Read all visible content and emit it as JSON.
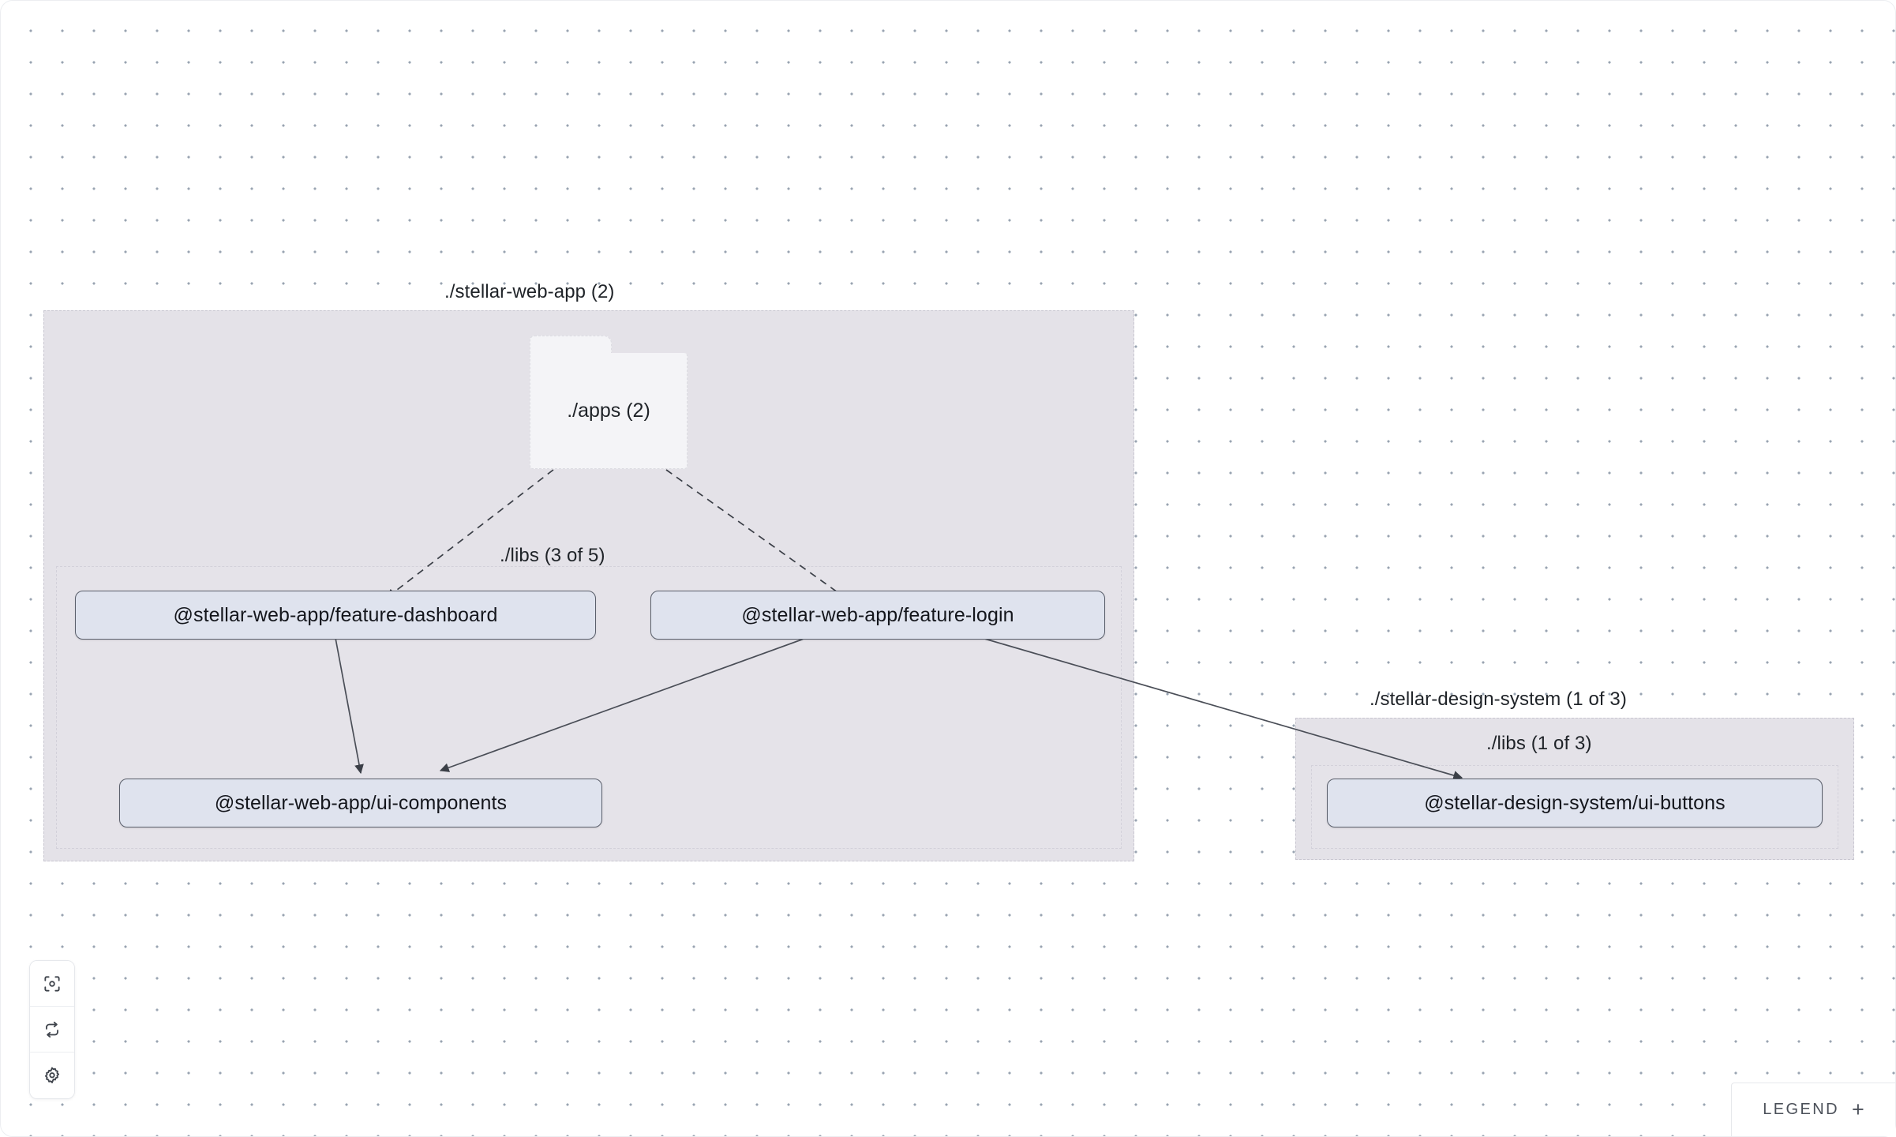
{
  "canvas": {
    "background": "#ffffff",
    "dot_color": "#9aa4b2"
  },
  "groups": [
    {
      "id": "stellar-web-app",
      "label": "./stellar-web-app (2)",
      "fill": "#e4e2e8",
      "border": "#c8c6d0",
      "subgroups": [
        {
          "id": "web-app-libs",
          "label": "./libs (3 of 5)"
        }
      ]
    },
    {
      "id": "stellar-design-system",
      "label": "./stellar-design-system (1 of 3)",
      "fill": "#e4e2e8",
      "border": "#c8c6d0",
      "subgroups": [
        {
          "id": "design-system-libs",
          "label": "./libs (1 of 3)"
        }
      ]
    }
  ],
  "folder_nodes": [
    {
      "id": "apps",
      "label": "./apps (2)",
      "fill": "#f4f4f7"
    }
  ],
  "lib_nodes": [
    {
      "id": "feature-dashboard",
      "label": "@stellar-web-app/feature-dashboard"
    },
    {
      "id": "feature-login",
      "label": "@stellar-web-app/feature-login"
    },
    {
      "id": "ui-components",
      "label": "@stellar-web-app/ui-components"
    },
    {
      "id": "ui-buttons",
      "label": "@stellar-design-system/ui-buttons"
    }
  ],
  "edges": [
    {
      "from": "apps",
      "to": "feature-dashboard",
      "style": "dashed"
    },
    {
      "from": "apps",
      "to": "feature-login",
      "style": "dashed"
    },
    {
      "from": "feature-dashboard",
      "to": "ui-components",
      "style": "solid"
    },
    {
      "from": "feature-login",
      "to": "ui-components",
      "style": "solid"
    },
    {
      "from": "feature-login",
      "to": "ui-buttons",
      "style": "solid"
    }
  ],
  "toolbar": {
    "buttons": [
      {
        "id": "focus",
        "icon": "focus-target-icon",
        "title": "Focus"
      },
      {
        "id": "refresh",
        "icon": "refresh-sync-icon",
        "title": "Refresh"
      },
      {
        "id": "settings",
        "icon": "gear-icon",
        "title": "Settings"
      }
    ]
  },
  "legend": {
    "label": "LEGEND",
    "toggle": "+"
  }
}
